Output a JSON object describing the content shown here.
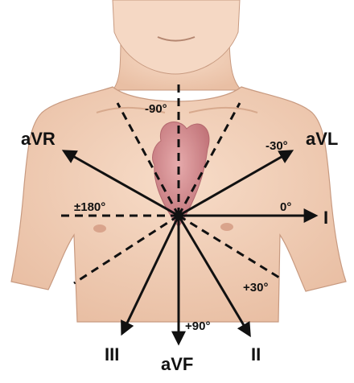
{
  "leads": {
    "aVR": "aVR",
    "aVL": "aVL",
    "I": "I",
    "II": "II",
    "III": "III",
    "aVF": "aVF"
  },
  "angles": {
    "minus90": "-90°",
    "minus30": "-30°",
    "zero": "0°",
    "plus30": "+30°",
    "plus90": "+90°",
    "plus_minus180": "±180°"
  },
  "colors": {
    "skin": "#f3d3bd",
    "skin_shadow": "#dcae92",
    "heart": "#c9777f",
    "axis": "#111111"
  }
}
